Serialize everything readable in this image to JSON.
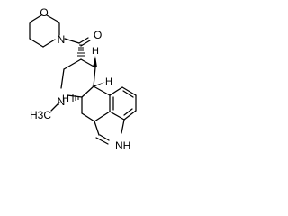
{
  "structure": {
    "atoms": {
      "morpholine_oxygen": "O",
      "morpholine_nitrogen": "N",
      "carbonyl_oxygen": "O",
      "ring_nitrogen": "N",
      "methyl_label": "H3C",
      "indole_nh": "NH"
    },
    "stereo_h": {
      "c8": "H",
      "c10": "H",
      "c5": "H"
    }
  },
  "colors": {
    "bonds": "#000000",
    "background": "#ffffff"
  }
}
